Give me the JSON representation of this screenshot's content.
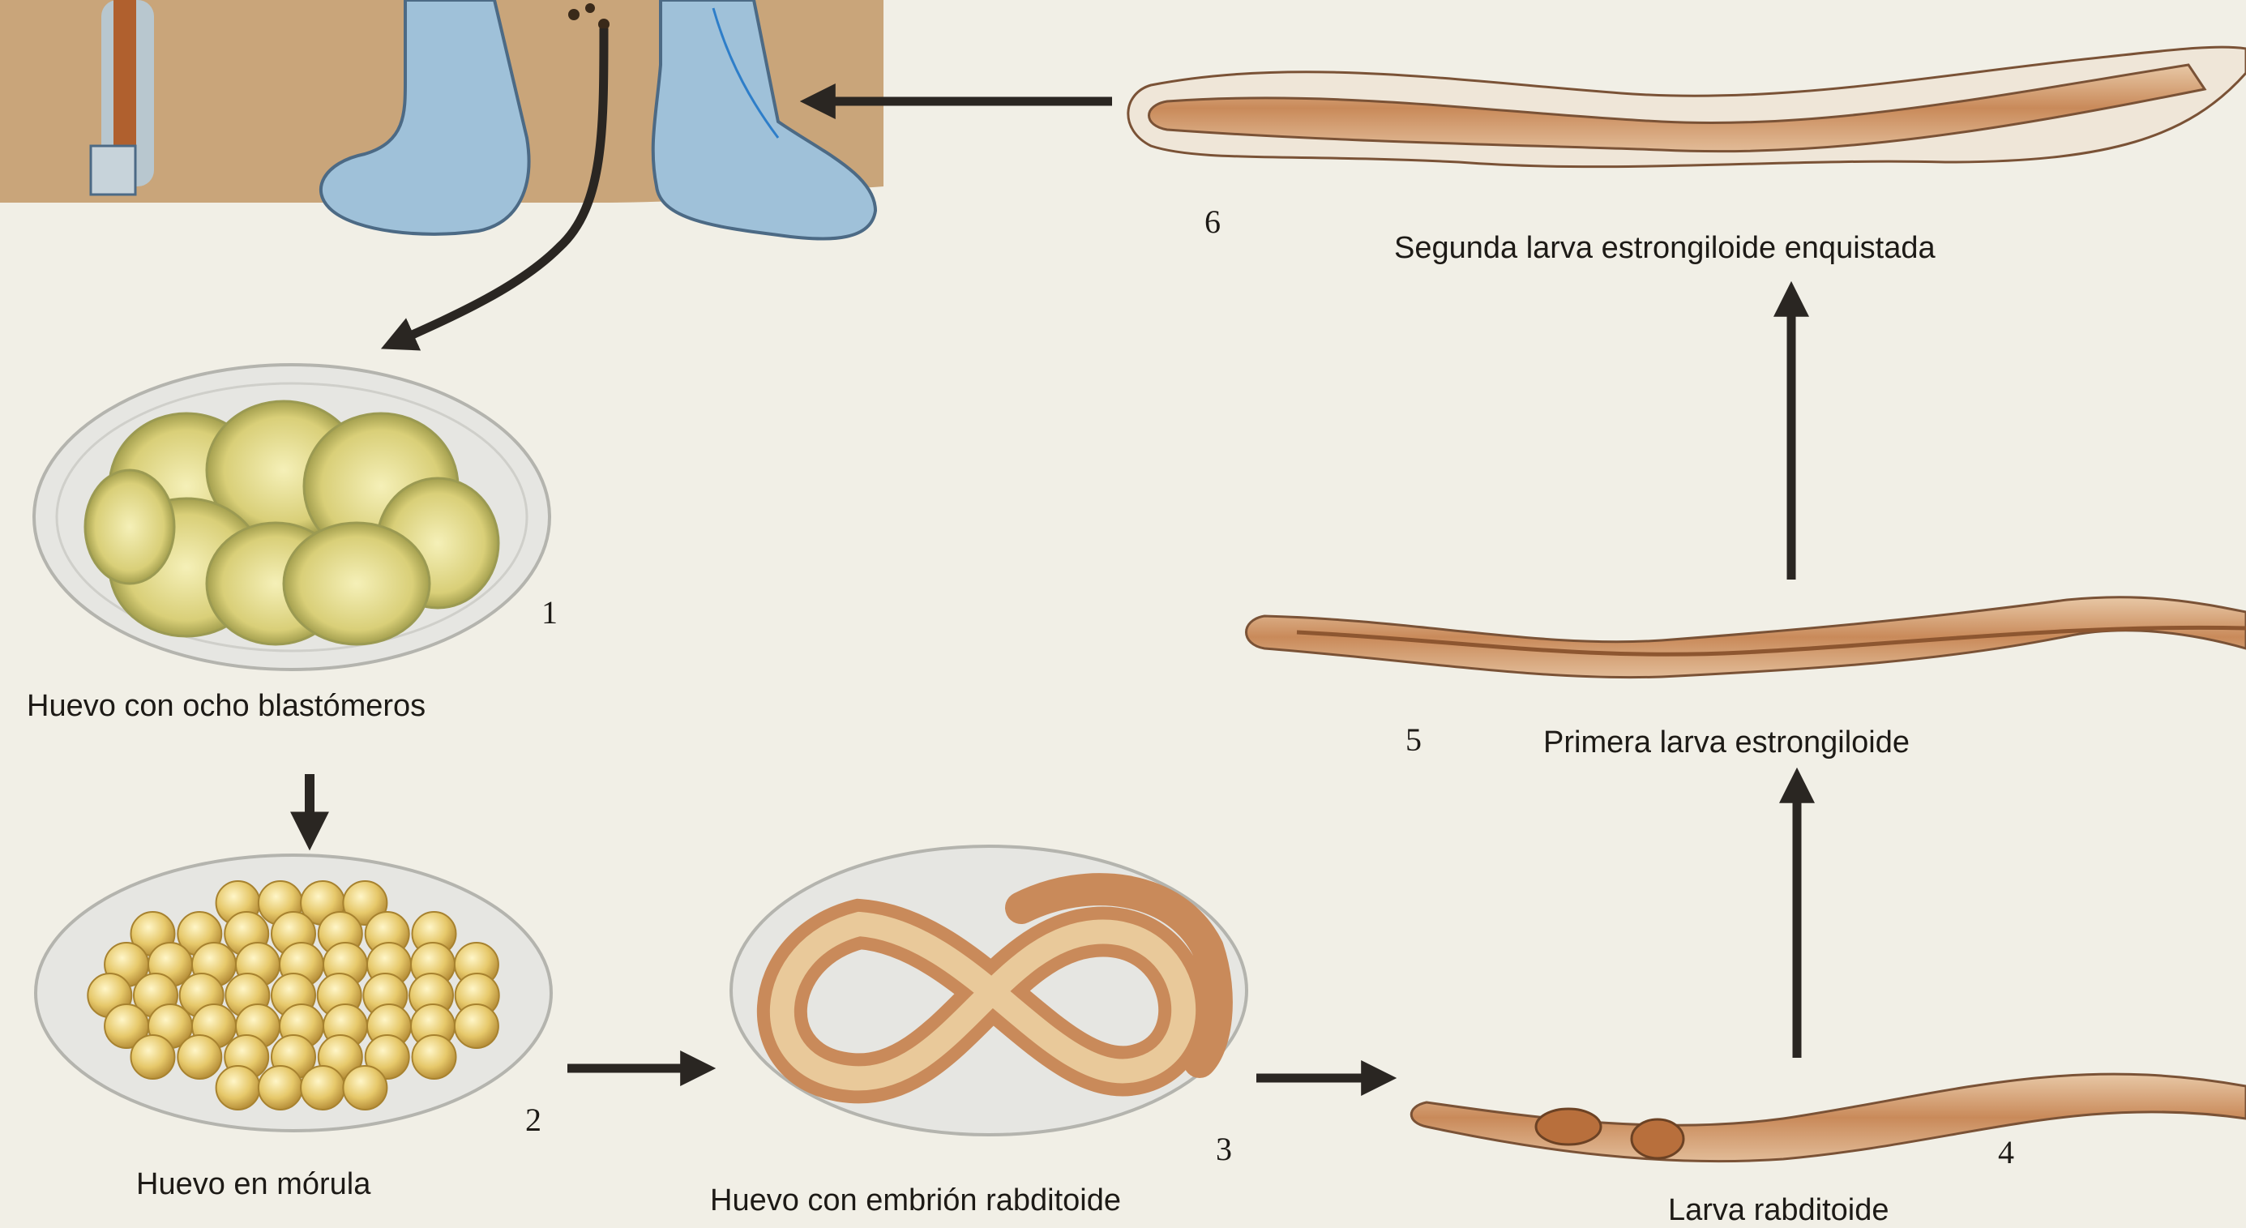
{
  "stages": [
    {
      "number": "1",
      "label": "Huevo con ocho blastómeros"
    },
    {
      "number": "2",
      "label": "Huevo en mórula"
    },
    {
      "number": "3",
      "label": "Huevo con embrión rabditoide"
    },
    {
      "number": "4",
      "label": "Larva rabditoide"
    },
    {
      "number": "5",
      "label": "Primera larva estrongiloide"
    },
    {
      "number": "6",
      "label": "Segunda larva estrongiloide enquistada"
    }
  ],
  "colors": {
    "background": "#f1efe6",
    "arrow": "#2a2622",
    "egg_shell": "#dcdcd6",
    "blastomere": "#d9cf78",
    "morula_ball": "#e6c86a",
    "larva_body": "#c98a5a",
    "feet_blue": "#9fc1d9",
    "soil": "#c9a57a"
  }
}
